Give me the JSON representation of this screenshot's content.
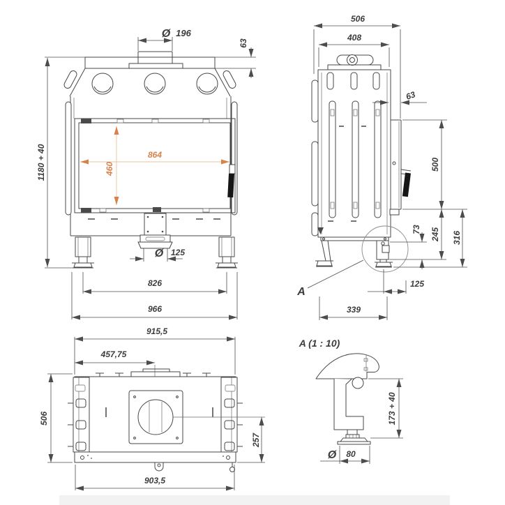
{
  "style": {
    "paper_color": "#ffffff",
    "line_color": "#474747",
    "accent_color": "#d8824b"
  },
  "front": {
    "flue_dia_symbol": "Ø",
    "flue_dia": "196",
    "top_plate_height": "63",
    "overall_height": "1180 + 40",
    "glass_width": "864",
    "glass_height": "460",
    "outlet_dia_symbol": "Ø",
    "outlet_dia": "125",
    "feet_spacing": "826",
    "overall_width": "966"
  },
  "side": {
    "overall_depth": "506",
    "body_depth": "408",
    "door_gap": "63",
    "door_height": "500",
    "bracket_height": "73",
    "lower_height": "245",
    "base_height": "316",
    "foot_offset": "125",
    "feet_depth": "339",
    "detail_marker": "A"
  },
  "top": {
    "overall_width": "915,5",
    "flue_center_offset": "457,75",
    "overall_depth": "506",
    "flue_to_front": "257",
    "base_width": "903,5"
  },
  "detail": {
    "title": "A (1 : 10)",
    "adjustable_height": "173 + 40",
    "base_dia_symbol": "Ø",
    "base_dia": "80"
  }
}
